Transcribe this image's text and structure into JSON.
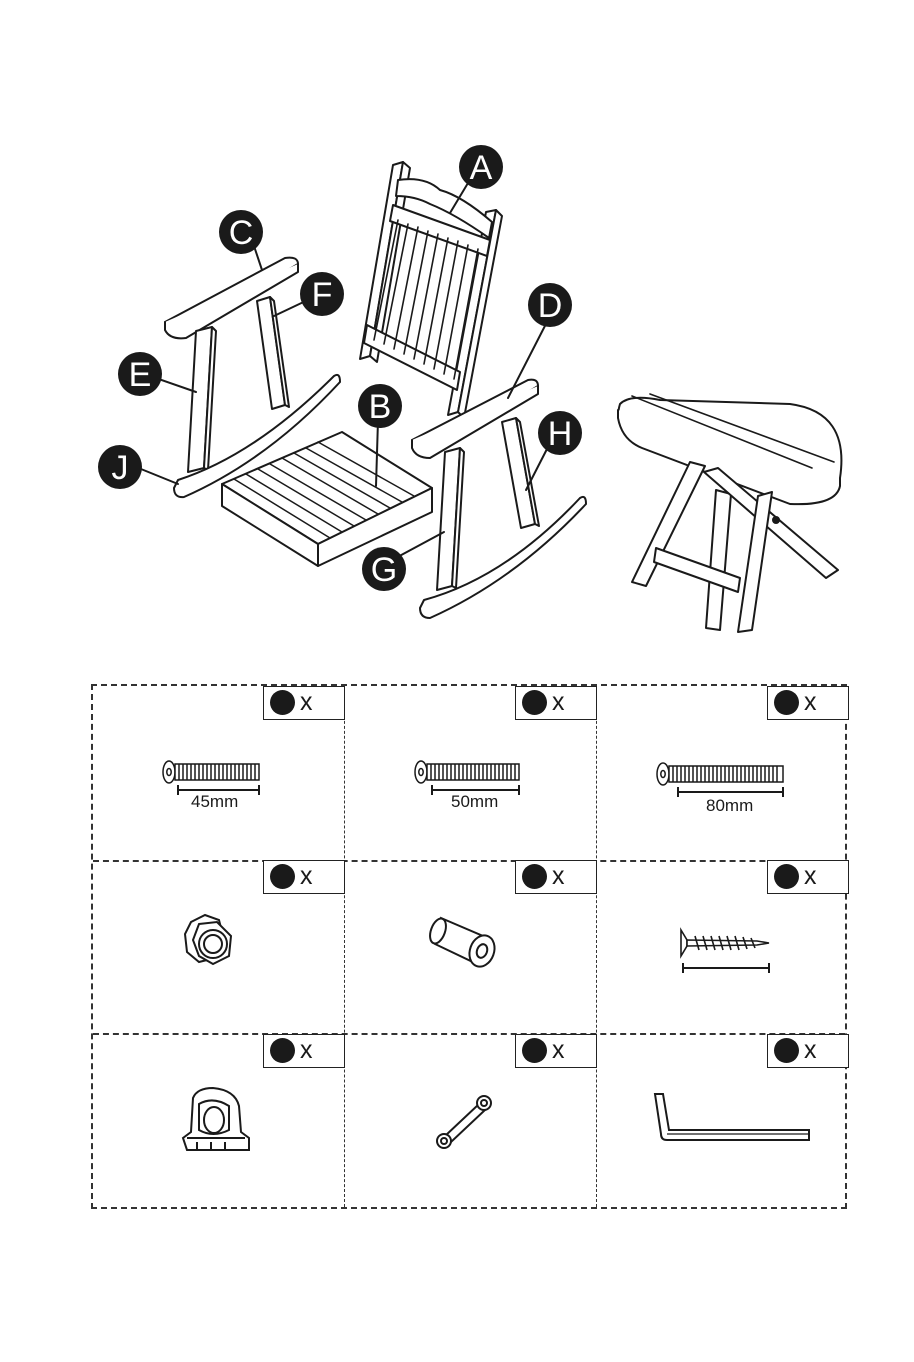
{
  "part_labels": [
    "A",
    "B",
    "C",
    "D",
    "E",
    "F",
    "G",
    "H",
    "J"
  ],
  "hardware": [
    {
      "id": "bolt-45",
      "qty_suffix": "x",
      "dimension": "45mm"
    },
    {
      "id": "bolt-50",
      "qty_suffix": "x",
      "dimension": "50mm"
    },
    {
      "id": "bolt-80",
      "qty_suffix": "x",
      "dimension": "80mm"
    },
    {
      "id": "nut",
      "qty_suffix": "x"
    },
    {
      "id": "barrel-nut",
      "qty_suffix": "x"
    },
    {
      "id": "wood-screw",
      "qty_suffix": "x"
    },
    {
      "id": "clip",
      "qty_suffix": "x"
    },
    {
      "id": "wrench",
      "qty_suffix": "x"
    },
    {
      "id": "hex-key",
      "qty_suffix": "x"
    }
  ]
}
